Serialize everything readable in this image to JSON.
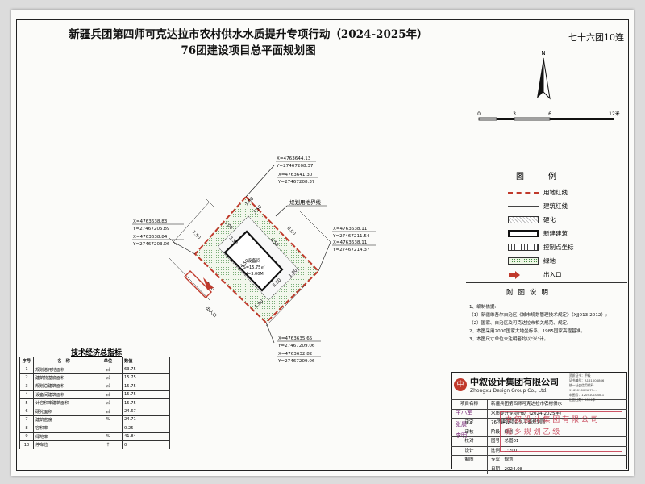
{
  "title": {
    "line1": "新疆兵团第四师可克达拉市农村供水水质提升专项行动（2024-2025年）",
    "line2": "76团建设项目总平面规划图"
  },
  "drawing_code": "七十六团10连",
  "north_label": "N",
  "scale": {
    "ticks": [
      "0",
      "3",
      "6",
      "12米"
    ]
  },
  "plan": {
    "boundary_label": "规划用地界线",
    "building": {
      "name": "设备间",
      "area": "S=15.75㎡",
      "height": "H=3.00M"
    },
    "entrance": "出入口",
    "coords": {
      "c1x": "X=4763644.13",
      "c1y": "Y=27467208.37",
      "c2x": "X=4763641.30",
      "c2y": "Y=27467208.37",
      "c3x": "X=4763638.83",
      "c3y": "Y=27467205.89",
      "c4x": "X=4763638.84",
      "c4y": "Y=27467203.06",
      "c5x": "X=4763638.11",
      "c5y": "Y=27467211.54",
      "c6x": "X=4763638.11",
      "c6y": "Y=27467214.37",
      "c7x": "X=4763635.65",
      "c7y": "Y=27467209.06",
      "c8x": "X=4763632.82",
      "c8y": "Y=27467209.06"
    },
    "dims": {
      "a": "7.50",
      "b": "3.50",
      "c": "1.00",
      "d": "4.50",
      "e": "8.00",
      "f": "1.00",
      "g": "3.50",
      "h": "4.50",
      "i": "3.50",
      "j": "1.00",
      "k": "1.00",
      "l": "5.00"
    }
  },
  "legend": {
    "title": "图　例",
    "items": [
      "用地红线",
      "建筑红线",
      "硬化",
      "新建建筑",
      "控制点坐标",
      "绿地",
      "出入口"
    ]
  },
  "notes": {
    "title": "附图说明",
    "lines": [
      "1、编制依据:",
      "（1）新疆维吾尔自治区《城市规划管理技术规定》（XJJ013-2012）;",
      "（2）国家、自治区及可克达拉市相关规范、规定。",
      "2、本图采用2000国家大地坐标系，1985国家高程基准。",
      "3、本图尺寸单位未注明者均以\"米\"计。"
    ]
  },
  "eco_table": {
    "title": "技术经济总指标",
    "headers": [
      "序号",
      "名　称",
      "单位",
      "数值"
    ],
    "rows": [
      [
        "1",
        "规划总用地面积",
        "㎡",
        "63.75"
      ],
      [
        "2",
        "建筑物基底面积",
        "㎡",
        "15.75"
      ],
      [
        "3",
        "规划总建筑面积",
        "㎡",
        "15.75"
      ],
      [
        "4",
        "设备间建筑面积",
        "㎡",
        "15.75"
      ],
      [
        "5",
        "计容积率建筑面积",
        "㎡",
        "15.75"
      ],
      [
        "6",
        "硬化面积",
        "㎡",
        "24.67"
      ],
      [
        "7",
        "建筑密度",
        "%",
        "24.71"
      ],
      [
        "8",
        "容积率",
        "",
        "0.25"
      ],
      [
        "9",
        "绿地率",
        "%",
        "41.84"
      ],
      [
        "10",
        "停车位",
        "个",
        "0"
      ]
    ]
  },
  "title_block": {
    "company_cn": "中叙设计集团有限公司",
    "company_en": "Zhongxu Design Group Co., Ltd.",
    "cert_lines": [
      "资质证书：甲级",
      "证书编号：A161008866",
      "统一社会信用代码",
      "91650100MA79…",
      "审图号：1205101040-1",
      "出图日期：2024年"
    ],
    "rows": [
      [
        "项目名称",
        "新疆兵团第四师可克达拉市农村供水"
      ],
      [
        "",
        "水质提升专项行动（2024-2025年）"
      ],
      [
        "审定",
        "76团建设项目总平面规划图"
      ],
      [
        "审核",
        "阶段　规划"
      ],
      [
        "校对",
        "图号　总图01"
      ],
      [
        "设计",
        "比例　1:200"
      ],
      [
        "制图",
        "专业　规划"
      ],
      [
        "",
        "日期　2024.08"
      ]
    ],
    "stamp_lines": [
      "中 叙 设 计 集 团 有 限 公 司",
      "城 乡 规 划 乙 级"
    ],
    "signatures": [
      "王小军",
      "张晨",
      "李明"
    ]
  },
  "colors": {
    "red": "#c0392b",
    "green": "#3f8a3f",
    "dark": "#111111"
  }
}
